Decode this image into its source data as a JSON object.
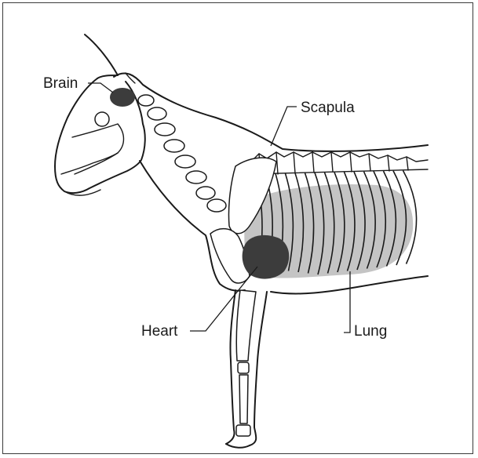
{
  "labels": {
    "brain": "Brain",
    "scapula": "Scapula",
    "heart": "Heart",
    "lung": "Lung"
  },
  "colors": {
    "lung_fill": "#c4c4c4",
    "brain_fill": "#3c3c3c",
    "heart_fill": "#3c3c3c",
    "outline": "#1a1a1a"
  }
}
